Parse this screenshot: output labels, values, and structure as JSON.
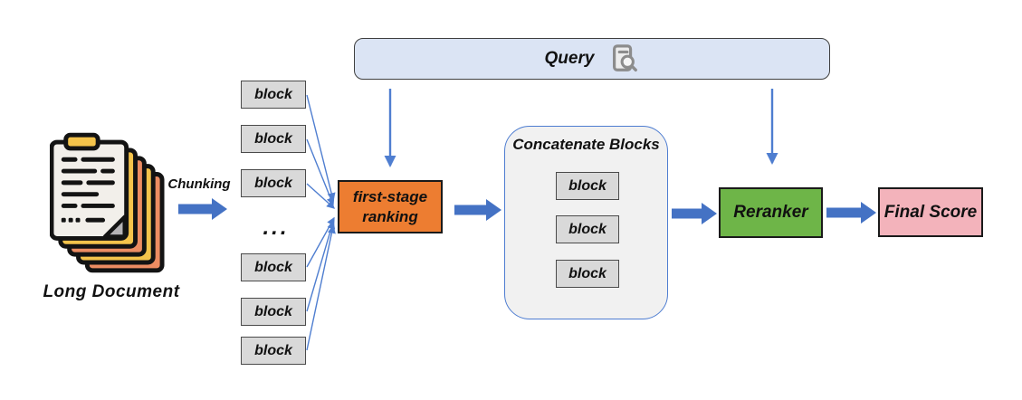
{
  "colors": {
    "arrow_blue": "#4472C4",
    "thin_blue": "#4F7ED0",
    "query_fill": "#DBE4F4",
    "query_border": "#3F3F3F",
    "container_fill": "#F1F1F1",
    "container_border": "#4E7DD1",
    "block_fill": "#D9D9D9",
    "block_border": "#4A4A4A",
    "orange_fill": "#ED7D31",
    "green_fill": "#6EB548",
    "pink_fill": "#F3B3BB",
    "box_border": "#1A1A1A",
    "text_color": "#111111"
  },
  "icons": {
    "document": "stacked-documents-icon",
    "query": "document-search-icon"
  },
  "document": {
    "label": "Long Document"
  },
  "chunking": {
    "label": "Chunking"
  },
  "left_blocks": {
    "items": [
      "block",
      "block",
      "block",
      "block",
      "block",
      "block"
    ],
    "ellipsis": "..."
  },
  "query": {
    "label": "Query"
  },
  "first_stage": {
    "label": "first-stage ranking"
  },
  "concatenate": {
    "title": "Concatenate Blocks",
    "items": [
      "block",
      "block",
      "block"
    ]
  },
  "reranker": {
    "label": "Reranker"
  },
  "final_score": {
    "label": "Final Score"
  }
}
